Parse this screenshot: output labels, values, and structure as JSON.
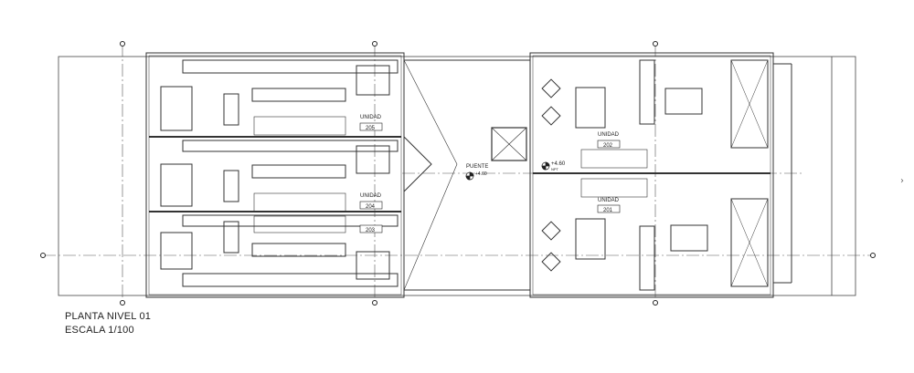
{
  "drawing": {
    "title": "PLANTA NIVEL 01",
    "scale": "ESCALA 1/100",
    "label_unit": "UNIDAD",
    "label_bridge": "PUENTE",
    "level_mark": "+4.60",
    "level_sub": "NPT",
    "units": [
      "205",
      "204",
      "203",
      "202",
      "201"
    ],
    "line_color": "#333333",
    "axis_color": "#555555"
  },
  "icons": {
    "next": "chevron-right-icon",
    "level": "level-marker-icon",
    "grid_node": "grid-axis-marker-icon"
  },
  "nav": {
    "next_glyph": "›"
  }
}
